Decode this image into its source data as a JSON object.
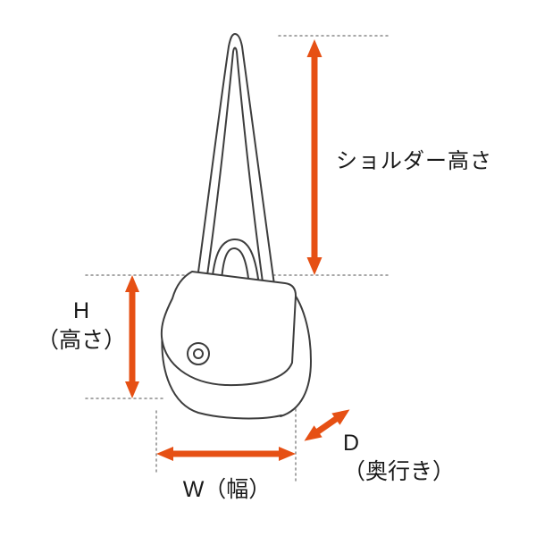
{
  "colors": {
    "background": "#ffffff",
    "arrow": "#e65014",
    "line": "#3d3d3d",
    "dotted": "#8a8a8a",
    "text": "#1a1a1a"
  },
  "labels": {
    "shoulder_height": "ショルダー高さ",
    "height_line1": "H",
    "height_line2": "（高さ）",
    "width": "W（幅）",
    "depth_line1": "D",
    "depth_line2": "（奥行き）"
  }
}
